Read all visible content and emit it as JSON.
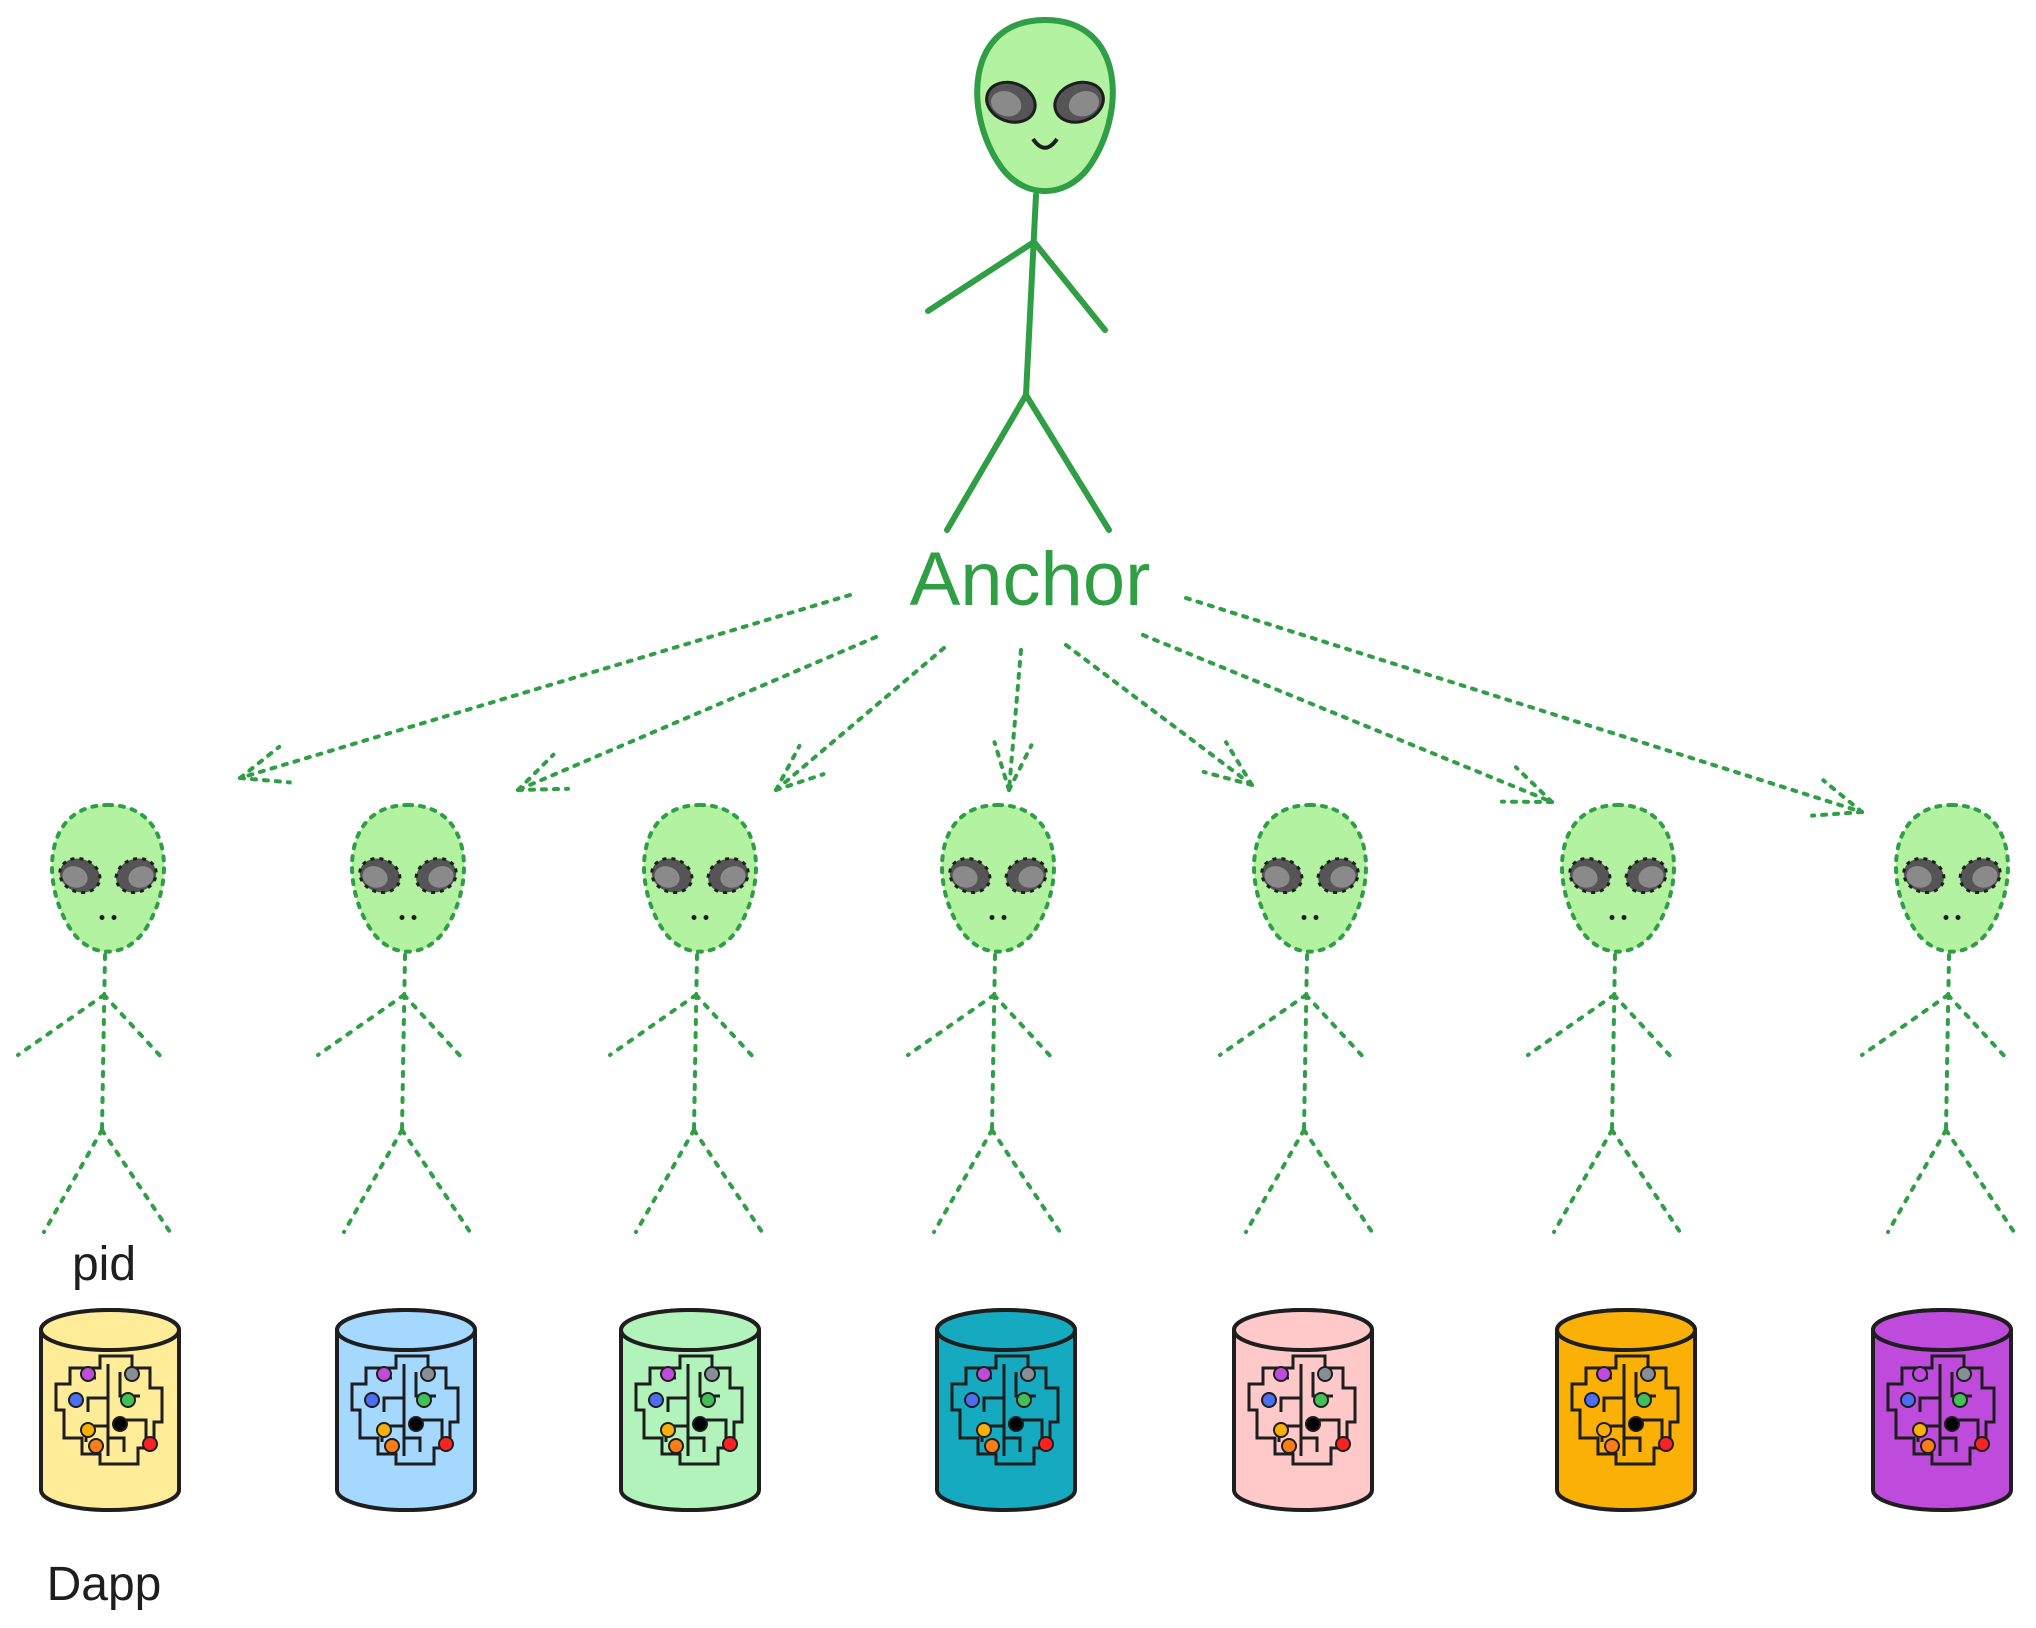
{
  "anchor": {
    "label": "Anchor",
    "color": "#2f9e44",
    "head_fill": "#b2f2a0"
  },
  "pid": {
    "label": "pid",
    "count": 7,
    "head_fill": "#b2f2a0",
    "stroke": "#2f9e44"
  },
  "dapp": {
    "label": "Dapp",
    "icon": "brain-circuit-icon",
    "cylinders": [
      {
        "fill": "#ffec99"
      },
      {
        "fill": "#a5d8ff"
      },
      {
        "fill": "#b2f2bb"
      },
      {
        "fill": "#15aabf"
      },
      {
        "fill": "#ffc9c9"
      },
      {
        "fill": "#fab005"
      },
      {
        "fill": "#be4bdb"
      }
    ]
  },
  "colors": {
    "eye_outer": "#555555",
    "eye_inner": "#8a8a8a",
    "outline": "#1e1e1e"
  }
}
